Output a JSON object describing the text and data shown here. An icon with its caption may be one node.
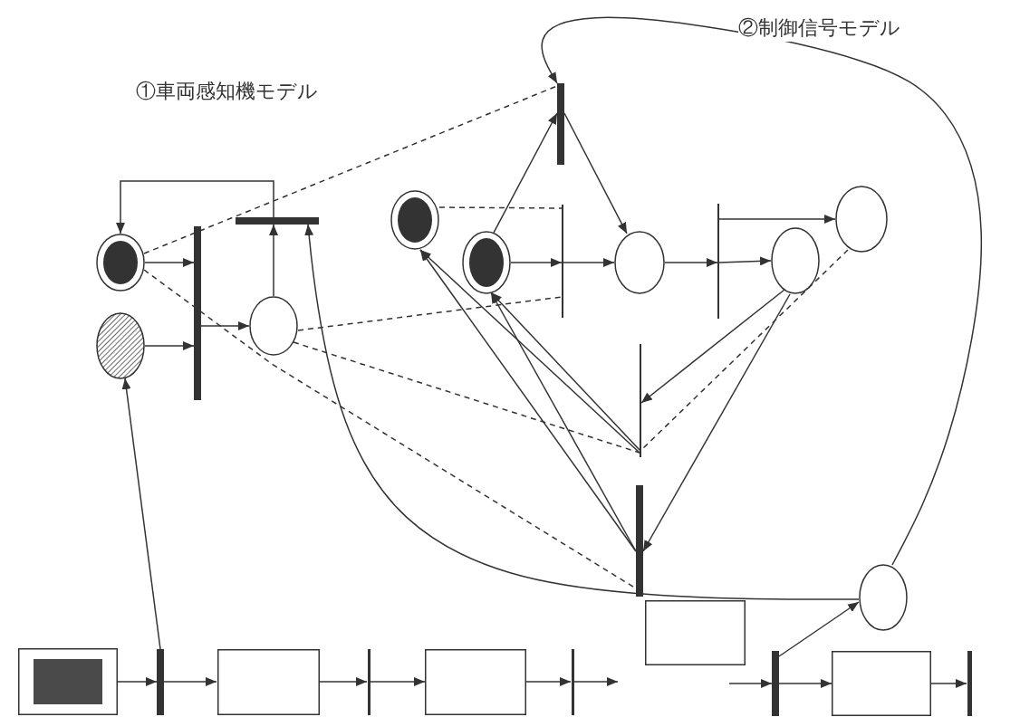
{
  "diagram": {
    "nodes": [
      {
        "text": [],
        "shape": "bar"
      },
      {
        "text": [],
        "shape": "circle"
      },
      {
        "text": [],
        "shape": "bar"
      },
      {
        "text": [],
        "shape": "circle"
      },
      {
        "text": [],
        "shape": "bar"
      },
      {
        "text": [],
        "shape": "bar"
      },
      {
        "text": [],
        "shape": "circle"
      },
      {
        "text": [],
        "shape": "circle"
      },
      {
        "text": [],
        "shape": "circle"
      },
      {
        "text": [],
        "shape": "circle"
      },
      {
        "text": [],
        "shape": "bar"
      },
      {
        "text": [],
        "shape": "circle"
      },
      {
        "text": [],
        "shape": "circle"
      },
      {
        "text": [],
        "shape": "bar"
      },
      {
        "text": [],
        "shape": "bar"
      },
      {
        "text": [],
        "shape": "circle"
      },
      {
        "text": [],
        "shape": "box"
      },
      {
        "text": [],
        "shape": "box"
      },
      {
        "text": [],
        "shape": "bar"
      },
      {
        "text": [],
        "shape": "box"
      },
      {
        "text": [],
        "shape": "bar"
      },
      {
        "text": [],
        "shape": "box"
      },
      {
        "text": [],
        "shape": "bar"
      },
      {
        "text": [],
        "shape": "bar"
      },
      {
        "text": [],
        "shape": "box"
      },
      {
        "text": [],
        "shape": "bar"
      }
    ],
    "edges": [
      {
        "from": 2,
        "to": 6,
        "arrow": "to"
      },
      {
        "from": 6,
        "to": 10,
        "arrow": "to"
      },
      {
        "from": 12,
        "to": 10,
        "arrow": "to"
      },
      {
        "from": 10,
        "to": 11,
        "arrow": "to"
      },
      {
        "from": 11,
        "to": 2,
        "arrow": "to"
      },
      {
        "from": 15,
        "to": 2,
        "arrow": "to"
      },
      {
        "from": 15,
        "to": 0,
        "arrow": "to"
      },
      {
        "from": 7,
        "to": 0,
        "arrow": "to"
      },
      {
        "from": 0,
        "to": 8,
        "arrow": "to"
      },
      {
        "from": 7,
        "to": 4,
        "arrow": "to"
      },
      {
        "from": 4,
        "to": 8,
        "arrow": "to"
      },
      {
        "from": 8,
        "to": 5,
        "arrow": "to"
      },
      {
        "from": 5,
        "to": 9,
        "arrow": "to"
      },
      {
        "from": 5,
        "to": 3,
        "arrow": "to"
      },
      {
        "from": 9,
        "to": 13,
        "arrow": "to"
      },
      {
        "from": 9,
        "to": 14,
        "arrow": "to"
      },
      {
        "from": 13,
        "to": 7,
        "arrow": "to"
      },
      {
        "from": 13,
        "to": 1,
        "arrow": "to"
      },
      {
        "from": 14,
        "to": 1,
        "arrow": "to"
      },
      {
        "from": 14,
        "to": 7,
        "arrow": "to"
      },
      {
        "from": 6,
        "to": 0,
        "arrow": "none",
        "style": "dashed"
      },
      {
        "from": 6,
        "to": 14,
        "arrow": "none",
        "style": "dashed"
      },
      {
        "from": 11,
        "to": 4,
        "arrow": "none",
        "style": "dashed"
      },
      {
        "from": 11,
        "to": 13,
        "arrow": "none",
        "style": "dashed"
      },
      {
        "from": 1,
        "to": 4,
        "arrow": "none",
        "style": "dashed"
      },
      {
        "from": 3,
        "to": 13,
        "arrow": "none",
        "style": "dashed"
      },
      {
        "from": 17,
        "to": 18,
        "arrow": "to"
      },
      {
        "from": 18,
        "to": 19,
        "arrow": "to"
      },
      {
        "from": 19,
        "to": 20,
        "arrow": "to"
      },
      {
        "from": 20,
        "to": 21,
        "arrow": "to"
      },
      {
        "from": 21,
        "to": 22,
        "arrow": "to"
      },
      {
        "from": 22,
        "to": null,
        "arrow": "to"
      },
      {
        "from": null,
        "to": 23,
        "arrow": "to"
      },
      {
        "from": 23,
        "to": 24,
        "arrow": "to"
      },
      {
        "from": 24,
        "to": 25,
        "arrow": "to"
      },
      {
        "from": 23,
        "to": 15,
        "arrow": "to"
      },
      {
        "from": 18,
        "to": 12,
        "arrow": "to"
      }
    ],
    "labels": [
      "①車両感知機モデル",
      "②制御信号モデル"
    ]
  }
}
